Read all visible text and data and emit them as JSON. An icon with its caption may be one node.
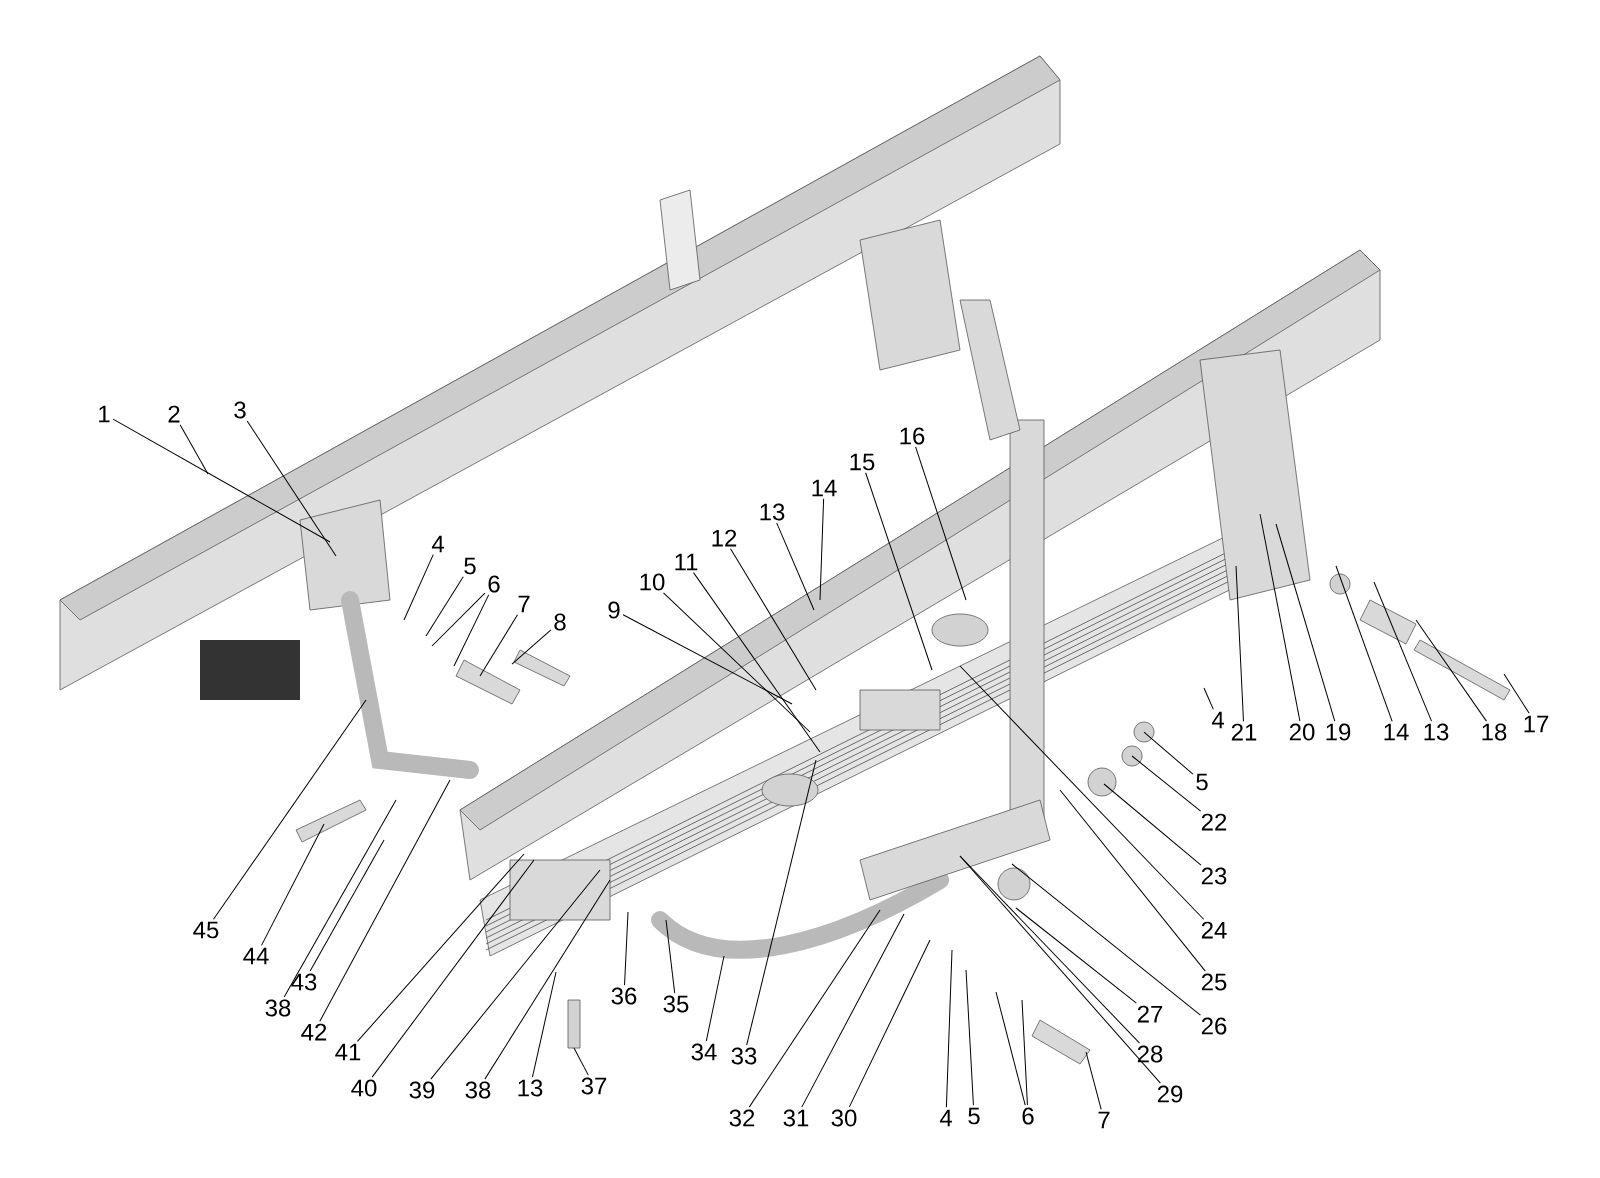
{
  "diagram": {
    "nodes": [
      {
        "text": [
          "1"
        ]
      },
      {
        "text": [
          "2"
        ]
      },
      {
        "text": [
          "3"
        ]
      },
      {
        "text": [
          "4"
        ]
      },
      {
        "text": [
          "5"
        ]
      },
      {
        "text": [
          "6"
        ]
      },
      {
        "text": [
          "7"
        ]
      },
      {
        "text": [
          "8"
        ]
      },
      {
        "text": [
          "9"
        ]
      },
      {
        "text": [
          "10"
        ]
      },
      {
        "text": [
          "11"
        ]
      },
      {
        "text": [
          "12"
        ]
      },
      {
        "text": [
          "13"
        ]
      },
      {
        "text": [
          "14"
        ]
      },
      {
        "text": [
          "15"
        ]
      },
      {
        "text": [
          "16"
        ]
      },
      {
        "text": [
          "21"
        ]
      },
      {
        "text": [
          "20"
        ]
      },
      {
        "text": [
          "19"
        ]
      },
      {
        "text": [
          "14"
        ]
      },
      {
        "text": [
          "13"
        ]
      },
      {
        "text": [
          "18"
        ]
      },
      {
        "text": [
          "17"
        ]
      },
      {
        "text": [
          "4"
        ]
      },
      {
        "text": [
          "5"
        ]
      },
      {
        "text": [
          "22"
        ]
      },
      {
        "text": [
          "23"
        ]
      },
      {
        "text": [
          "24"
        ]
      },
      {
        "text": [
          "25"
        ]
      },
      {
        "text": [
          "26"
        ]
      },
      {
        "text": [
          "27"
        ]
      },
      {
        "text": [
          "28"
        ]
      },
      {
        "text": [
          "29"
        ]
      },
      {
        "text": [
          "45"
        ]
      },
      {
        "text": [
          "44"
        ]
      },
      {
        "text": [
          "43"
        ]
      },
      {
        "text": [
          "38"
        ]
      },
      {
        "text": [
          "42"
        ]
      },
      {
        "text": [
          "41"
        ]
      },
      {
        "text": [
          "36"
        ]
      },
      {
        "text": [
          "35"
        ]
      },
      {
        "text": [
          "34"
        ]
      },
      {
        "text": [
          "33"
        ]
      },
      {
        "text": [
          "40"
        ]
      },
      {
        "text": [
          "39"
        ]
      },
      {
        "text": [
          "38"
        ]
      },
      {
        "text": [
          "13"
        ]
      },
      {
        "text": [
          "37"
        ]
      },
      {
        "text": [
          "32"
        ]
      },
      {
        "text": [
          "31"
        ]
      },
      {
        "text": [
          "30"
        ]
      },
      {
        "text": [
          "4"
        ]
      },
      {
        "text": [
          "5"
        ]
      },
      {
        "text": [
          "6"
        ]
      },
      {
        "text": [
          "7"
        ]
      }
    ],
    "edges": [
      {
        "from": 0,
        "to": null,
        "arrow": "none"
      },
      {
        "from": 1,
        "to": null,
        "arrow": "none"
      },
      {
        "from": 2,
        "to": null,
        "arrow": "none"
      },
      {
        "from": 3,
        "to": null,
        "arrow": "none"
      },
      {
        "from": 4,
        "to": null,
        "arrow": "none"
      },
      {
        "from": 5,
        "to": null,
        "arrow": "none"
      },
      {
        "from": 5,
        "to": null,
        "arrow": "none"
      },
      {
        "from": 6,
        "to": null,
        "arrow": "none"
      },
      {
        "from": 7,
        "to": null,
        "arrow": "none"
      },
      {
        "from": 8,
        "to": null,
        "arrow": "none"
      },
      {
        "from": 9,
        "to": null,
        "arrow": "none"
      },
      {
        "from": 10,
        "to": null,
        "arrow": "none"
      },
      {
        "from": 11,
        "to": null,
        "arrow": "none"
      },
      {
        "from": 12,
        "to": null,
        "arrow": "none"
      },
      {
        "from": 13,
        "to": null,
        "arrow": "none"
      },
      {
        "from": 14,
        "to": null,
        "arrow": "none"
      },
      {
        "from": 15,
        "to": null,
        "arrow": "none"
      },
      {
        "from": 16,
        "to": null,
        "arrow": "none"
      },
      {
        "from": 17,
        "to": null,
        "arrow": "none"
      },
      {
        "from": 18,
        "to": null,
        "arrow": "none"
      },
      {
        "from": 19,
        "to": null,
        "arrow": "none"
      },
      {
        "from": 20,
        "to": null,
        "arrow": "none"
      },
      {
        "from": 21,
        "to": null,
        "arrow": "none"
      },
      {
        "from": 22,
        "to": null,
        "arrow": "none"
      },
      {
        "from": 23,
        "to": null,
        "arrow": "none"
      },
      {
        "from": 24,
        "to": null,
        "arrow": "none"
      },
      {
        "from": 25,
        "to": null,
        "arrow": "none"
      },
      {
        "from": 26,
        "to": null,
        "arrow": "none"
      },
      {
        "from": 27,
        "to": null,
        "arrow": "none"
      },
      {
        "from": 28,
        "to": null,
        "arrow": "none"
      },
      {
        "from": 29,
        "to": null,
        "arrow": "none"
      },
      {
        "from": 30,
        "to": null,
        "arrow": "none"
      },
      {
        "from": 31,
        "to": null,
        "arrow": "none"
      },
      {
        "from": 32,
        "to": null,
        "arrow": "none"
      },
      {
        "from": 33,
        "to": null,
        "arrow": "none"
      },
      {
        "from": 34,
        "to": null,
        "arrow": "none"
      },
      {
        "from": 35,
        "to": null,
        "arrow": "none"
      },
      {
        "from": 36,
        "to": null,
        "arrow": "none"
      },
      {
        "from": 37,
        "to": null,
        "arrow": "none"
      },
      {
        "from": 38,
        "to": null,
        "arrow": "none"
      },
      {
        "from": 39,
        "to": null,
        "arrow": "none"
      },
      {
        "from": 40,
        "to": null,
        "arrow": "none"
      },
      {
        "from": 41,
        "to": null,
        "arrow": "none"
      },
      {
        "from": 42,
        "to": null,
        "arrow": "none"
      },
      {
        "from": 43,
        "to": null,
        "arrow": "none"
      },
      {
        "from": 44,
        "to": null,
        "arrow": "none"
      },
      {
        "from": 45,
        "to": null,
        "arrow": "none"
      },
      {
        "from": 46,
        "to": null,
        "arrow": "none"
      },
      {
        "from": 47,
        "to": null,
        "arrow": "none"
      },
      {
        "from": 48,
        "to": null,
        "arrow": "none"
      },
      {
        "from": 49,
        "to": null,
        "arrow": "none"
      },
      {
        "from": 50,
        "to": null,
        "arrow": "none"
      },
      {
        "from": 51,
        "to": null,
        "arrow": "none"
      },
      {
        "from": 52,
        "to": null,
        "arrow": "none"
      },
      {
        "from": 53,
        "to": null,
        "arrow": "none"
      },
      {
        "from": 53,
        "to": null,
        "arrow": "none"
      },
      {
        "from": 54,
        "to": null,
        "arrow": "none"
      }
    ]
  }
}
